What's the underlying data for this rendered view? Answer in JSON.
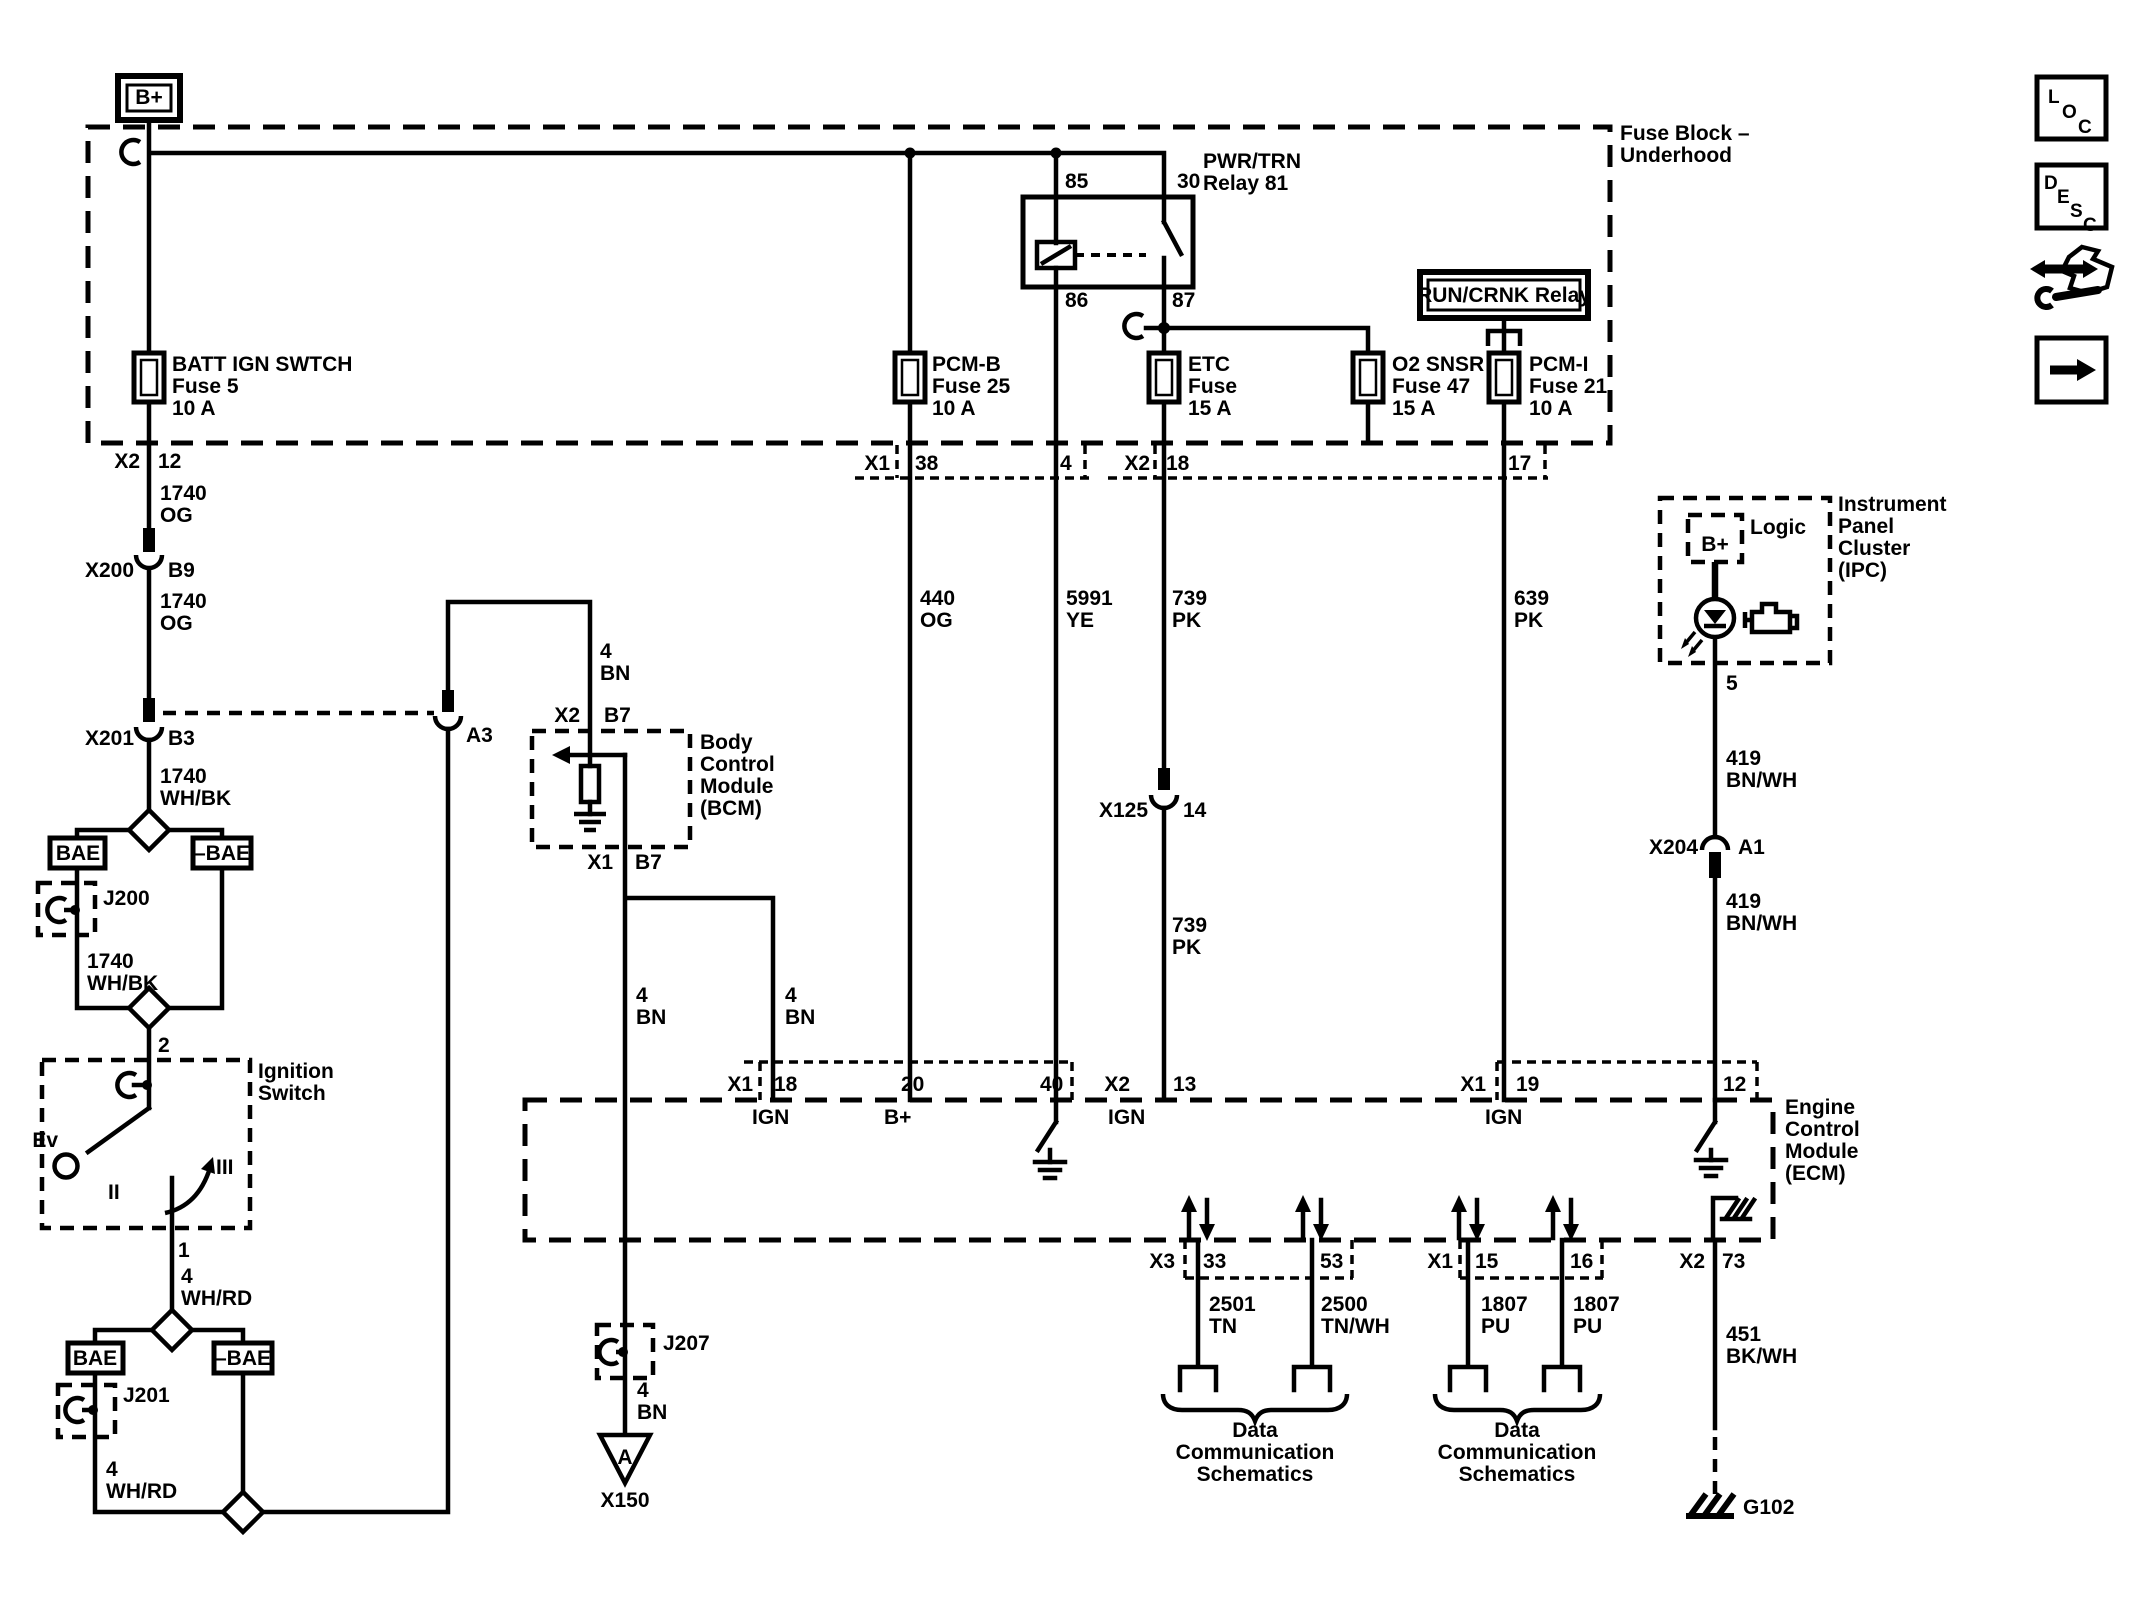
{
  "diagram": {
    "power_label": "B+",
    "toolbar": {
      "loc": [
        "L",
        "O",
        "C"
      ],
      "desc": [
        "D",
        "E",
        "S",
        "C"
      ]
    },
    "fuse_block": {
      "name": [
        "Fuse Block –",
        "Underhood"
      ],
      "left_pin": [
        "X2",
        "12"
      ],
      "band_x1": [
        "X1",
        "38",
        "4"
      ],
      "band_x2": [
        "X2",
        "18",
        "17"
      ]
    },
    "pwr_trn_relay": {
      "name": [
        "PWR/TRN",
        "Relay 81"
      ],
      "t85": "85",
      "t30": "30",
      "t86": "86",
      "t87": "87"
    },
    "run_crnk_relay": {
      "name": "RUN/CRNK Relay"
    },
    "fuses": {
      "batt_ign": [
        "BATT IGN SWTCH",
        "Fuse 5",
        "10 A"
      ],
      "pcm_b": [
        "PCM-B",
        "Fuse 25",
        "10 A"
      ],
      "etc": [
        "ETC",
        "Fuse",
        "15 A"
      ],
      "o2_snsr": [
        "O2 SNSR",
        "Fuse 47",
        "15 A"
      ],
      "pcm_i": [
        "PCM-I",
        "Fuse 21",
        "10 A"
      ]
    },
    "wires": {
      "w1740_og_a": [
        "1740",
        "OG"
      ],
      "w1740_og_b": [
        "1740",
        "OG"
      ],
      "w1740_whbk_a": [
        "1740",
        "WH/BK"
      ],
      "w1740_whbk_b": [
        "1740",
        "WH/BK"
      ],
      "w4_whrd_a": [
        "4",
        "WH/RD"
      ],
      "w4_whrd_b": [
        "4",
        "WH/RD"
      ],
      "w4_bn_a": [
        "4",
        "BN"
      ],
      "w4_bn_b": [
        "4",
        "BN"
      ],
      "w4_bn_c": [
        "4",
        "BN"
      ],
      "w4_bn_d": [
        "4",
        "BN"
      ],
      "w440_og": [
        "440",
        "OG"
      ],
      "w5991_ye": [
        "5991",
        "YE"
      ],
      "w739_pk_a": [
        "739",
        "PK"
      ],
      "w739_pk_b": [
        "739",
        "PK"
      ],
      "w639_pk": [
        "639",
        "PK"
      ],
      "w419_bnwh_a": [
        "419",
        "BN/WH"
      ],
      "w419_bnwh_b": [
        "419",
        "BN/WH"
      ],
      "w451_bkwh": [
        "451",
        "BK/WH"
      ],
      "w2501_tn": [
        "2501",
        "TN"
      ],
      "w2500_tnwh": [
        "2500",
        "TN/WH"
      ],
      "w1807_pu_a": [
        "1807",
        "PU"
      ],
      "w1807_pu_b": [
        "1807",
        "PU"
      ]
    },
    "connectors": {
      "x200": [
        "X200",
        "B9"
      ],
      "x201": [
        "X201",
        "B3"
      ],
      "a3": "A3",
      "x125": [
        "X125",
        "14"
      ],
      "x204": [
        "X204",
        "A1"
      ]
    },
    "splices": {
      "j200": "J200",
      "j201": "J201",
      "j207": "J207"
    },
    "off_page": {
      "letter": "A",
      "label": "X150"
    },
    "ground": {
      "label": "G102"
    },
    "ignition_switch": {
      "name": [
        "Ignition",
        "Switch"
      ],
      "pin_in": "2",
      "pin_out": "1",
      "positions": [
        "Ev",
        "II",
        "III"
      ]
    },
    "bae": {
      "pos": "BAE",
      "neg": "–BAE"
    },
    "bcm": {
      "name": [
        "Body",
        "Control",
        "Module",
        "(BCM)"
      ],
      "pin_top": [
        "X2",
        "B7"
      ],
      "pin_bottom": [
        "X1",
        "B7"
      ]
    },
    "ecm": {
      "name": [
        "Engine",
        "Control",
        "Module",
        "(ECM)"
      ],
      "x1_band": [
        "X1",
        "18",
        "20",
        "40"
      ],
      "fn_18": "IGN",
      "fn_20": "B+",
      "fn_13": "IGN",
      "fn_19": "IGN",
      "x2_13": [
        "X2",
        "13"
      ],
      "x1_19": [
        "X1",
        "19"
      ],
      "pin_12": "12",
      "x3_band": [
        "X3",
        "33",
        "53"
      ],
      "x1_low_band": [
        "X1",
        "15",
        "16"
      ],
      "x2_73": [
        "X2",
        "73"
      ]
    },
    "ipc": {
      "name": [
        "Instrument",
        "Panel",
        "Cluster",
        "(IPC)"
      ],
      "logic": "Logic",
      "b_plus": "B+",
      "pin": "5"
    },
    "data_comm": [
      "Data",
      "Communication",
      "Schematics"
    ]
  }
}
